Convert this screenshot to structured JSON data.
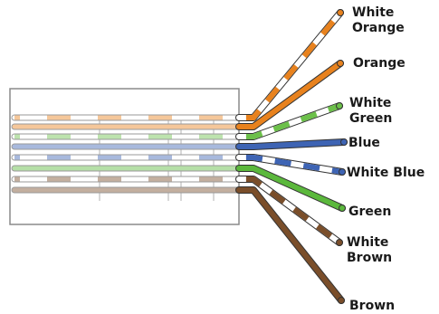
{
  "wires": [
    {
      "id": "white-orange",
      "label_lines": [
        "White",
        "Orange"
      ],
      "color": "#E8821E",
      "striped": true
    },
    {
      "id": "orange",
      "label_lines": [
        "Orange"
      ],
      "color": "#E8821E",
      "striped": false
    },
    {
      "id": "white-green",
      "label_lines": [
        "White",
        "Green"
      ],
      "color": "#6CC04A",
      "striped": true
    },
    {
      "id": "blue",
      "label_lines": [
        "Blue"
      ],
      "color": "#3E64B4",
      "striped": false
    },
    {
      "id": "white-blue",
      "label_lines": [
        "White Blue"
      ],
      "color": "#3E64B4",
      "striped": true
    },
    {
      "id": "green",
      "label_lines": [
        "Green"
      ],
      "color": "#5BB83C",
      "striped": false
    },
    {
      "id": "white-brown",
      "label_lines": [
        "White",
        "Brown"
      ],
      "color": "#7A4E2A",
      "striped": true
    },
    {
      "id": "brown",
      "label_lines": [
        "Brown"
      ],
      "color": "#7A4E2A",
      "striped": false
    }
  ],
  "colors": {
    "connector_outline": "#8a8a8a",
    "connector_fill": "#ffffff",
    "wire_outline": "#333333",
    "stripe_white": "#ffffff"
  }
}
